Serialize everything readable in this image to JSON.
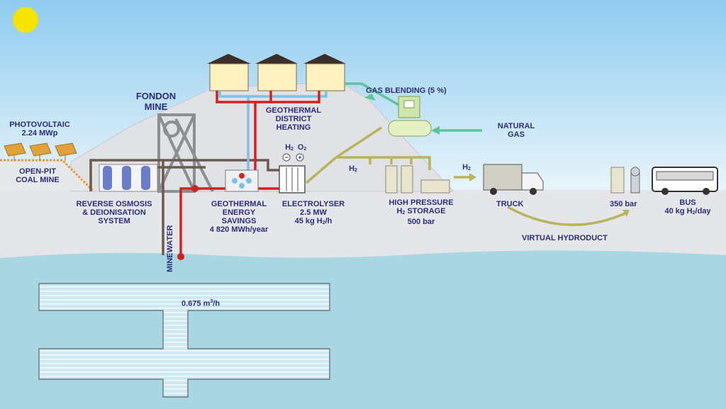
{
  "colors": {
    "sky_top": "#8ecbef",
    "sky_bottom": "#e9f5fb",
    "ground": "#e4e6e9",
    "water": "#a9d6e3",
    "label": "#2b2d7a",
    "hot_pipe": "#d62020",
    "cold_pipe": "#7dbfe9",
    "hydrogen_flow": "#b8b45a",
    "gas_flow": "#5fc39a",
    "building_pipe": "#6d5a4e",
    "sun": "#f5e300"
  },
  "labels": {
    "fondon_mine": [
      "FONDON",
      "MINE"
    ],
    "photovoltaic": [
      "PHOTOVOLTAIC",
      "2.24 MWp"
    ],
    "open_pit": [
      "OPEN-PIT",
      "COAL MINE"
    ],
    "reverse_osmosis": [
      "REVERSE OSMOSIS",
      "& DEIONISATION",
      "SYSTEM"
    ],
    "geothermal_heating": [
      "GEOTHERMAL",
      "DISTRICT",
      "HEATING"
    ],
    "geothermal_savings": [
      "GEOTHERMAL",
      "ENERGY",
      "SAVINGS",
      "4 820 MWh/year"
    ],
    "electrolyser": [
      "ELECTROLYSER",
      "2.5 MW"
    ],
    "electrolyser_rate": "45 kg H",
    "electrolyser_rate_sub": "2",
    "electrolyser_rate_unit": "/h",
    "h2_symbol": "H",
    "h2_sub": "2",
    "o2_symbol": "O",
    "o2_sub": "2",
    "minus": "−",
    "plus": "+",
    "gas_blending": "GAS BLENDING (5 %)",
    "natural_gas": [
      "NATURAL",
      "GAS"
    ],
    "h2_flow_symbol": "H",
    "h2_flow_sub": "2",
    "h2_truck_symbol": "H",
    "h2_truck_sub": "2",
    "storage_line1": "HIGH PRESSURE",
    "storage_line2_h": "H",
    "storage_line2_sub": "2",
    "storage_line2_rest": " STORAGE",
    "storage_line3": "500 bar",
    "truck": "TRUCK",
    "station_pressure": "350 bar",
    "bus": "BUS",
    "bus_rate": "40 kg H",
    "bus_rate_sub": "2",
    "bus_rate_unit": "/day",
    "virtual_hydroduct": "VIRTUAL HYDRODUCT",
    "minewater": "MINEWATER",
    "flow_rate": "0.675 m",
    "flow_rate_sup": "3",
    "flow_rate_unit": "/h"
  }
}
